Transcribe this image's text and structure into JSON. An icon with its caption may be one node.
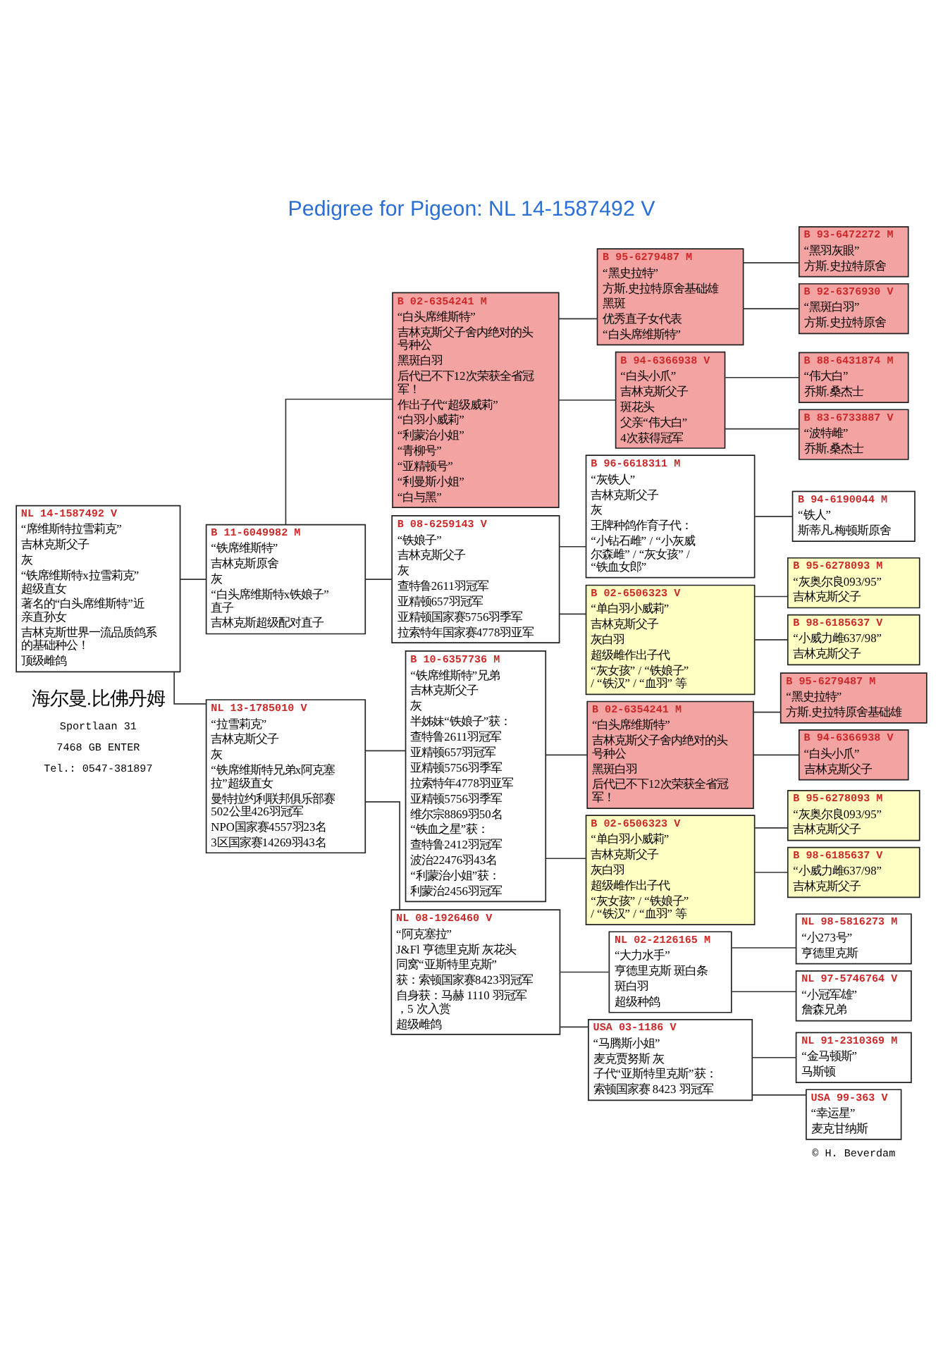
{
  "diagram": {
    "title": "Pedigree for Pigeon: NL 14-1587492 V",
    "nodes": [
      {
        "text": [
          "NL 14-1587492 V",
          "“席维斯特拉雪莉克”",
          "吉林克斯父子",
          "灰",
          "“铁席维斯特x拉雪莉克”超级直女",
          "著名的“白头席维斯特”近亲直孙女",
          "吉林克斯世界一流品质鸽系的基础种公！",
          "顶级雌鸽"
        ]
      },
      {
        "text": [
          "B 11-6049982 M",
          "“铁席维斯特”",
          "吉林克斯原舍",
          "灰",
          "“白头席维斯特x铁娘子”直子",
          "吉林克斯超级配对直子"
        ]
      },
      {
        "text": [
          "NL 13-1785010 V",
          "“拉雪莉克”",
          "吉林克斯父子",
          "灰",
          "“铁席维斯特兄弟x阿克塞拉”超级直女",
          "曼特拉约利联邦俱乐部赛502公里426羽冠军",
          "NPO国家赛4557羽23名",
          "3区国家赛14269羽43名"
        ]
      },
      {
        "text": [
          "B 02-6354241 M",
          "“白头席维斯特”",
          "吉林克斯父子舍内绝对的头号种公",
          "黑斑白羽",
          "后代已不下12次荣获全省冠军！",
          "作出子代“超级威莉”",
          "“白羽小威莉”",
          "“利蒙治小姐”",
          "“青柳号”",
          "“亚精顿号”",
          "“利曼斯小姐”",
          "“白与黑”"
        ]
      },
      {
        "text": [
          "B 08-6259143 V",
          "“铁娘子”",
          "吉林克斯父子",
          "灰",
          "查特鲁2611羽冠军",
          "亚精顿657羽冠军",
          "亚精顿国家赛5756羽季军",
          "拉索特年国家赛4778羽亚军"
        ]
      },
      {
        "text": [
          "B 10-6357736 M",
          "“铁席维斯特”兄弟",
          "吉林克斯父子",
          "灰",
          "半姊妹“铁娘子”获：",
          "查特鲁2611羽冠军",
          "亚精顿657羽冠军",
          "亚精顿5756羽季军",
          "拉索特年4778羽亚军",
          "亚精顿5756羽季军",
          "维尔宗8869羽50名",
          "“铁血之星”获：",
          "查特鲁2412羽冠军",
          "波治22476羽43名",
          "“利蒙治小姐”获：",
          "利蒙治2456羽冠军"
        ]
      },
      {
        "text": [
          "NL 08-1926460 V",
          "“阿克塞拉”",
          "J&Fl 亨德里克斯 灰花头",
          "同窝“亚斯特里克斯”",
          "获：索顿国家赛8423羽冠军",
          "自身获：马赫 1110 羽冠军，5 次入赏",
          "超级雌鸽"
        ]
      },
      {
        "text": [
          "B 95-6279487 M",
          "“黑史拉特”",
          "方斯.史拉特原舍基础雄",
          "黑斑",
          "优秀直子女代表",
          "“白头席维斯特”"
        ]
      },
      {
        "text": [
          "B 94-6366938 V",
          "“白头小爪”",
          "吉林克斯父子",
          "斑花头",
          "父亲“伟大白”",
          "4次获得冠军"
        ]
      },
      {
        "text": [
          "B 96-6618311 M",
          "“灰铁人”",
          "吉林克斯父子",
          "灰",
          "王牌种鸽作育子代：",
          "“小钻石雌” / “小灰威尔森雌” / “灰女孩” / “铁血女郎”"
        ]
      },
      {
        "text": [
          "B 02-6506323 V",
          "“单白羽小威莉”",
          "吉林克斯父子",
          "灰白羽",
          "超级雌作出子代",
          "“灰女孩” / “铁娘子” / “铁汉” / “血羽” 等"
        ]
      },
      {
        "text": [
          "B 02-6354241 M",
          "“白头席维斯特”",
          "吉林克斯父子舍内绝对的头号种公",
          "黑斑白羽",
          "后代已不下12次荣获全省冠军！"
        ]
      },
      {
        "text": [
          "B 02-6506323 V",
          "“单白羽小威莉”",
          "吉林克斯父子",
          "灰白羽",
          "超级雌作出子代",
          "“灰女孩” / “铁娘子” / “铁汉” / “血羽” 等"
        ]
      },
      {
        "text": [
          "NL 02-2126165 M",
          "“大力水手”",
          "亨德里克斯 斑白条",
          "斑白羽",
          "超级种鸽"
        ]
      },
      {
        "text": [
          "USA 03-1186 V",
          "“马腾斯小姐”",
          "麦克贾努斯 灰",
          "子代“亚斯特里克斯”获：",
          "索顿国家赛 8423 羽冠军"
        ]
      },
      {
        "text": [
          "B 93-6472272 M",
          "“黑羽灰眼”",
          "方斯.史拉特原舍"
        ]
      },
      {
        "text": [
          "B 92-6376930 V",
          "“黑斑白羽”",
          "方斯.史拉特原舍"
        ]
      },
      {
        "text": [
          "B 88-6431874 M",
          "“伟大白”",
          "乔斯.桑杰士"
        ]
      },
      {
        "text": [
          "B 83-6733887 V",
          "“波特雌”",
          "乔斯.桑杰士"
        ]
      },
      {
        "text": [
          "B 94-6190044 M",
          "“铁人”",
          "斯蒂凡.梅顿斯原舍"
        ]
      },
      {
        "text": [
          "B 95-6278093 M",
          "“灰奥尔良093/95”",
          "吉林克斯父子"
        ]
      },
      {
        "text": [
          "B 98-6185637 V",
          "“小威力雌637/98”",
          "吉林克斯父子"
        ]
      },
      {
        "text": [
          "B 95-6279487 M",
          "“黑史拉特”",
          "方斯.史拉特原舍基础雄"
        ]
      },
      {
        "text": [
          "B 94-6366938 V",
          "“白头小爪”",
          "吉林克斯父子"
        ]
      },
      {
        "text": [
          "B 95-6278093 M",
          "“灰奥尔良093/95”",
          "吉林克斯父子"
        ]
      },
      {
        "text": [
          "B 98-6185637 V",
          "“小威力雌637/98”",
          "吉林克斯父子"
        ]
      },
      {
        "text": [
          "NL 98-5816273 M",
          "“小273号”",
          "亨德里克斯"
        ]
      },
      {
        "text": [
          "NL 97-5746764 V",
          "“小冠军雄”",
          "詹森兄弟"
        ]
      },
      {
        "text": [
          "NL 91-2310369 M",
          "“金马顿斯”",
          "马斯顿"
        ]
      },
      {
        "text": [
          "USA 99-363 V",
          "“幸运星”",
          "麦克甘纳斯"
        ]
      }
    ],
    "edges": [
      {
        "from": 0,
        "to": 1,
        "arrow": "none"
      },
      {
        "from": 0,
        "to": 2,
        "arrow": "none"
      },
      {
        "from": 1,
        "to": 3,
        "arrow": "none"
      },
      {
        "from": 1,
        "to": 4,
        "arrow": "none"
      },
      {
        "from": 2,
        "to": 5,
        "arrow": "none"
      },
      {
        "from": 2,
        "to": 6,
        "arrow": "none"
      },
      {
        "from": 3,
        "to": 7,
        "arrow": "none"
      },
      {
        "from": 3,
        "to": 8,
        "arrow": "none"
      },
      {
        "from": 4,
        "to": 9,
        "arrow": "none"
      },
      {
        "from": 4,
        "to": 10,
        "arrow": "none"
      },
      {
        "from": 5,
        "to": 11,
        "arrow": "none"
      },
      {
        "from": 5,
        "to": 12,
        "arrow": "none"
      },
      {
        "from": 6,
        "to": 13,
        "arrow": "none"
      },
      {
        "from": 6,
        "to": 14,
        "arrow": "none"
      },
      {
        "from": 7,
        "to": 15,
        "arrow": "none"
      },
      {
        "from": 7,
        "to": 16,
        "arrow": "none"
      },
      {
        "from": 8,
        "to": 17,
        "arrow": "none"
      },
      {
        "from": 8,
        "to": 18,
        "arrow": "none"
      },
      {
        "from": 9,
        "to": 19,
        "arrow": "none"
      },
      {
        "from": 10,
        "to": 20,
        "arrow": "none"
      },
      {
        "from": 10,
        "to": 21,
        "arrow": "none"
      },
      {
        "from": 11,
        "to": 22,
        "arrow": "none"
      },
      {
        "from": 11,
        "to": 23,
        "arrow": "none"
      },
      {
        "from": 12,
        "to": 24,
        "arrow": "none"
      },
      {
        "from": 12,
        "to": 25,
        "arrow": "none"
      },
      {
        "from": 13,
        "to": 26,
        "arrow": "none"
      },
      {
        "from": 13,
        "to": 27,
        "arrow": "none"
      },
      {
        "from": 14,
        "to": 28,
        "arrow": "none"
      },
      {
        "from": 14,
        "to": 29,
        "arrow": "none"
      }
    ],
    "labels": [
      "海尔曼.比佛丹姆",
      "Sportlaan 31",
      "7468 GB ENTER",
      "Tel.: 0547-381897",
      "© H. Beverdam"
    ]
  }
}
